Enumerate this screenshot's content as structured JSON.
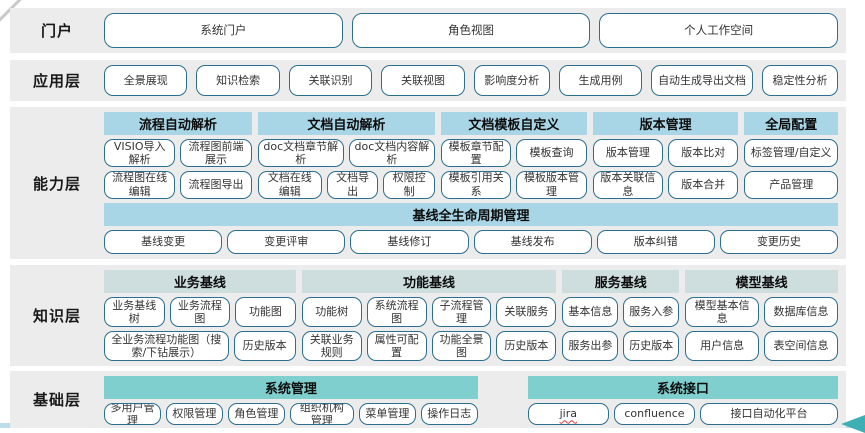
{
  "colors": {
    "band_bg": "#ececec",
    "header_blue": "#a9d6e6",
    "header_pale": "#cedddd",
    "header_teal": "#7fcfcf",
    "chip_border": "#2b6f8f",
    "bottom_line": "#bcdcec",
    "arrow": "#3fafb6",
    "corner": "#c9c9c9"
  },
  "layers": [
    {
      "id": "portal",
      "label": "门户",
      "group_rows": [
        {
          "groups": [
            {
              "id": "portal-entries",
              "flex": 1,
              "rows": [
                [
                  "系统门户",
                  "角色视图",
                  "个人工作空间"
                ]
              ]
            }
          ]
        }
      ]
    },
    {
      "id": "app",
      "label": "应用层",
      "group_rows": [
        {
          "groups": [
            {
              "id": "app-features",
              "flex": 1,
              "rows": [
                [
                  "全景展现",
                  "知识检索",
                  "关联识别",
                  "关联视图",
                  {
                    "t": "影响度分析",
                    "flex": 0.9
                  },
                  "生成用例",
                  {
                    "t": "自动生成导出文档",
                    "flex": 1.25
                  },
                  {
                    "t": "稳定性分析",
                    "flex": 0.9
                  }
                ]
              ]
            }
          ]
        }
      ]
    },
    {
      "id": "capability",
      "label": "能力层",
      "group_rows": [
        {
          "groups": [
            {
              "id": "process-auto-parse",
              "header": "流程自动解析",
              "header_style": "blue",
              "flex": 150,
              "rows": [
                [
                  "VISIO导入解析",
                  "流程图前端展示"
                ],
                [
                  "流程图在线编辑",
                  "流程图导出"
                ]
              ]
            },
            {
              "id": "doc-auto-parse",
              "header": "文档自动解析",
              "header_style": "blue",
              "flex": 180,
              "rows": [
                [
                  "doc文档章节解析",
                  "doc文档内容解析"
                ],
                [
                  {
                    "t": "文档在线编辑",
                    "flex": 1.3
                  },
                  "文档导出",
                  "权限控制"
                ]
              ]
            },
            {
              "id": "doc-template-custom",
              "header": "文档模板自定义",
              "header_style": "blue",
              "flex": 148,
              "rows": [
                [
                  "模板章节配置",
                  "模板查询"
                ],
                [
                  "模板引用关系",
                  "模板版本管理"
                ]
              ]
            },
            {
              "id": "version-management",
              "header": "版本管理",
              "header_style": "blue",
              "flex": 148,
              "rows": [
                [
                  "版本管理",
                  "版本比对"
                ],
                [
                  "版本关联信息",
                  "版本合并"
                ]
              ]
            },
            {
              "id": "global-config",
              "header": "全局配置",
              "header_style": "blue",
              "flex": 95,
              "rows": [
                [
                  "标签管理/自定义"
                ],
                [
                  "产品管理"
                ]
              ]
            }
          ]
        },
        {
          "groups": [
            {
              "id": "baseline-lifecycle",
              "header": "基线全生命周期管理",
              "header_style": "blue",
              "flex": 1,
              "rows": [
                [
                  "基线变更",
                  "变更评审",
                  "基线修订",
                  "基线发布",
                  "版本纠错",
                  "变更历史"
                ]
              ]
            }
          ]
        }
      ]
    },
    {
      "id": "knowledge",
      "label": "知识层",
      "group_rows": [
        {
          "groups": [
            {
              "id": "business-baseline",
              "header": "业务基线",
              "header_style": "pale",
              "flex": 192,
              "rows": [
                [
                  "业务基线树",
                  "业务流程图",
                  "功能图"
                ],
                [
                  {
                    "t": "全业务流程功能图（搜索/下钻展示）",
                    "flex": 2.2
                  },
                  "历史版本"
                ]
              ]
            },
            {
              "id": "function-baseline",
              "header": "功能基线",
              "header_style": "pale",
              "flex": 255,
              "rows": [
                [
                  "功能树",
                  "系统流程图",
                  "子流程管理",
                  "关联服务"
                ],
                [
                  "关联业务规则",
                  "属性可配置",
                  "功能全景图",
                  "历史版本"
                ]
              ]
            },
            {
              "id": "service-baseline",
              "header": "服务基线",
              "header_style": "pale",
              "flex": 117,
              "rows": [
                [
                  "基本信息",
                  "服务入参"
                ],
                [
                  "服务出参",
                  "历史版本"
                ]
              ]
            },
            {
              "id": "model-baseline",
              "header": "模型基线",
              "header_style": "pale",
              "flex": 153,
              "rows": [
                [
                  "模型基本信息",
                  "数据库信息"
                ],
                [
                  "用户信息",
                  "表空间信息"
                ]
              ]
            }
          ]
        }
      ]
    },
    {
      "id": "base",
      "label": "基础层",
      "group_rows": [
        {
          "gap": 50,
          "groups": [
            {
              "id": "system-management",
              "header": "系统管理",
              "header_style": "teal",
              "flex": 365,
              "rows": [
                [
                  "多用户管理",
                  "权限管理",
                  "角色管理",
                  {
                    "t": "组织机构管理",
                    "flex": 1.15
                  },
                  "菜单管理",
                  "操作日志"
                ]
              ]
            },
            {
              "id": "system-interface",
              "header": "系统接口",
              "header_style": "teal",
              "flex": 303,
              "rows": [
                [
                  {
                    "t": "jira",
                    "mark": "spellcheck"
                  },
                  "confluence",
                  {
                    "t": "接口自动化平台",
                    "flex": 1.8
                  }
                ]
              ]
            }
          ]
        }
      ]
    }
  ]
}
